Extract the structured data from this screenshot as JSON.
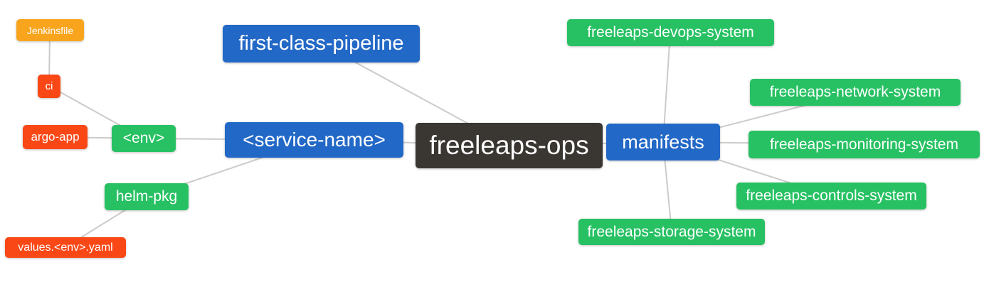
{
  "diagram": {
    "type": "mindmap",
    "root_label": "freeleaps-ops"
  },
  "colors": {
    "root_bg": "#3A3631",
    "branch_bg": "#2268C6",
    "green_bg": "#27C163",
    "amber_bg": "#F8A41D",
    "red_bg": "#F94816",
    "edge": "#CCCBCA",
    "text": "#FFFFFF"
  },
  "nodes": {
    "jenkinsfile": {
      "label": "Jenkinsfile"
    },
    "ci": {
      "label": "ci"
    },
    "argo_app": {
      "label": "argo-app"
    },
    "env": {
      "label": "<env>"
    },
    "first_class_pipeline": {
      "label": "first-class-pipeline"
    },
    "service_name": {
      "label": "<service-name>"
    },
    "helm_pkg": {
      "label": "helm-pkg"
    },
    "values_env_yaml": {
      "label": "values.<env>.yaml"
    },
    "freeleaps_ops": {
      "label": "freeleaps-ops"
    },
    "manifests": {
      "label": "manifests"
    },
    "devops_system": {
      "label": "freeleaps-devops-system"
    },
    "network_system": {
      "label": "freeleaps-network-system"
    },
    "monitoring_system": {
      "label": "freeleaps-monitoring-system"
    },
    "controls_system": {
      "label": "freeleaps-controls-system"
    },
    "storage_system": {
      "label": "freeleaps-storage-system"
    }
  },
  "edges": [
    {
      "from": "jenkinsfile",
      "to": "ci"
    },
    {
      "from": "ci",
      "to": "env"
    },
    {
      "from": "argo_app",
      "to": "env"
    },
    {
      "from": "env",
      "to": "service_name"
    },
    {
      "from": "helm_pkg",
      "to": "service_name"
    },
    {
      "from": "values_env_yaml",
      "to": "helm_pkg"
    },
    {
      "from": "service_name",
      "to": "freeleaps_ops"
    },
    {
      "from": "first_class_pipeline",
      "to": "freeleaps_ops"
    },
    {
      "from": "freeleaps_ops",
      "to": "manifests"
    },
    {
      "from": "manifests",
      "to": "devops_system"
    },
    {
      "from": "manifests",
      "to": "network_system"
    },
    {
      "from": "manifests",
      "to": "monitoring_system"
    },
    {
      "from": "manifests",
      "to": "controls_system"
    },
    {
      "from": "manifests",
      "to": "storage_system"
    }
  ]
}
